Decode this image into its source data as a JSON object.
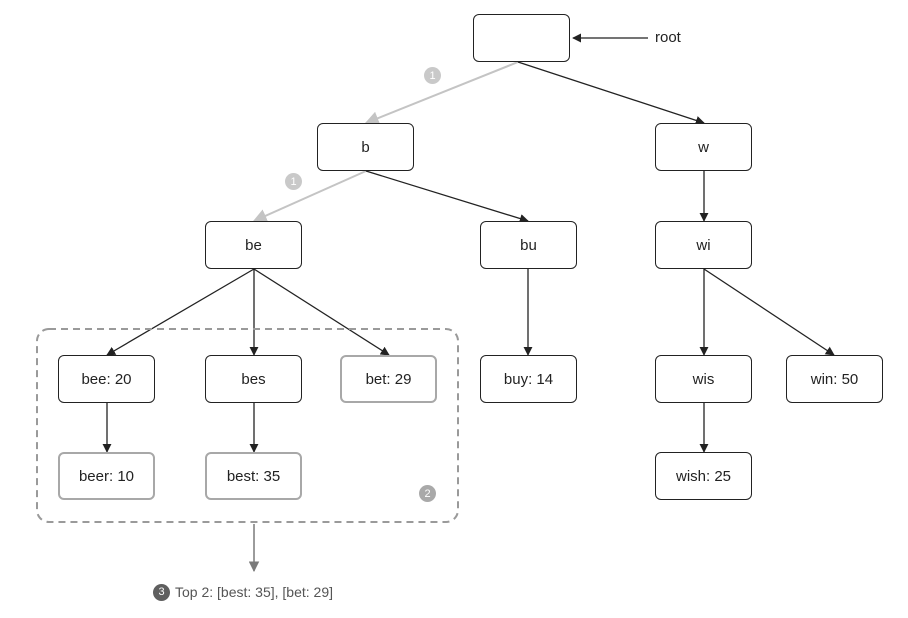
{
  "root_label": "root",
  "nodes": {
    "root": "",
    "b": "b",
    "w": "w",
    "be": "be",
    "bu": "bu",
    "wi": "wi",
    "bee": "bee: 20",
    "bes": "bes",
    "bet": "bet: 29",
    "buy": "buy: 14",
    "wis": "wis",
    "win": "win: 50",
    "beer": "beer: 10",
    "best": "best: 35",
    "wish": "wish: 25"
  },
  "steps": {
    "step1": "1",
    "step2": "2",
    "step3": "3"
  },
  "result_text": "Top 2: [best: 35], [bet: 29]"
}
